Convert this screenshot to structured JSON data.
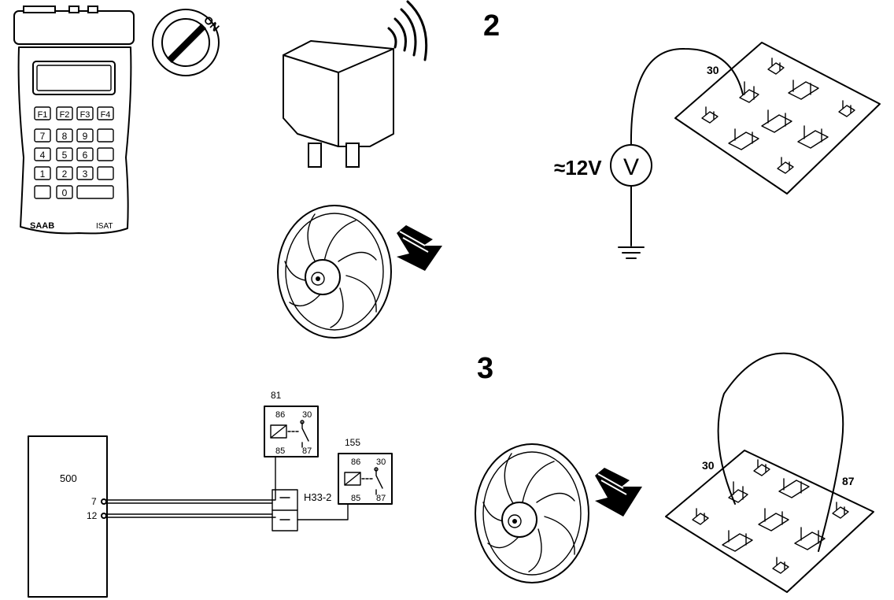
{
  "steps": [
    "2",
    "3"
  ],
  "tester": {
    "brand": "SAAB",
    "model": "ISAT",
    "fkeys": [
      "F1",
      "F2",
      "F3",
      "F4"
    ],
    "keypad": [
      "7",
      "8",
      "9",
      "4",
      "5",
      "6",
      "1",
      "2",
      "3",
      "0"
    ]
  },
  "ignition": {
    "label": "ON"
  },
  "voltmeter": {
    "symbol": "V",
    "reading": "≈12V"
  },
  "relay_terminals": {
    "t30": "30",
    "t87": "87"
  },
  "wiring": {
    "ecu": "500",
    "ecu_pins": [
      "7",
      "12"
    ],
    "connector": "H33-2",
    "relay_a": {
      "id": "81",
      "pins": [
        "86",
        "30",
        "85",
        "87"
      ]
    },
    "relay_b": {
      "id": "155",
      "pins": [
        "86",
        "30",
        "85",
        "87"
      ]
    }
  }
}
